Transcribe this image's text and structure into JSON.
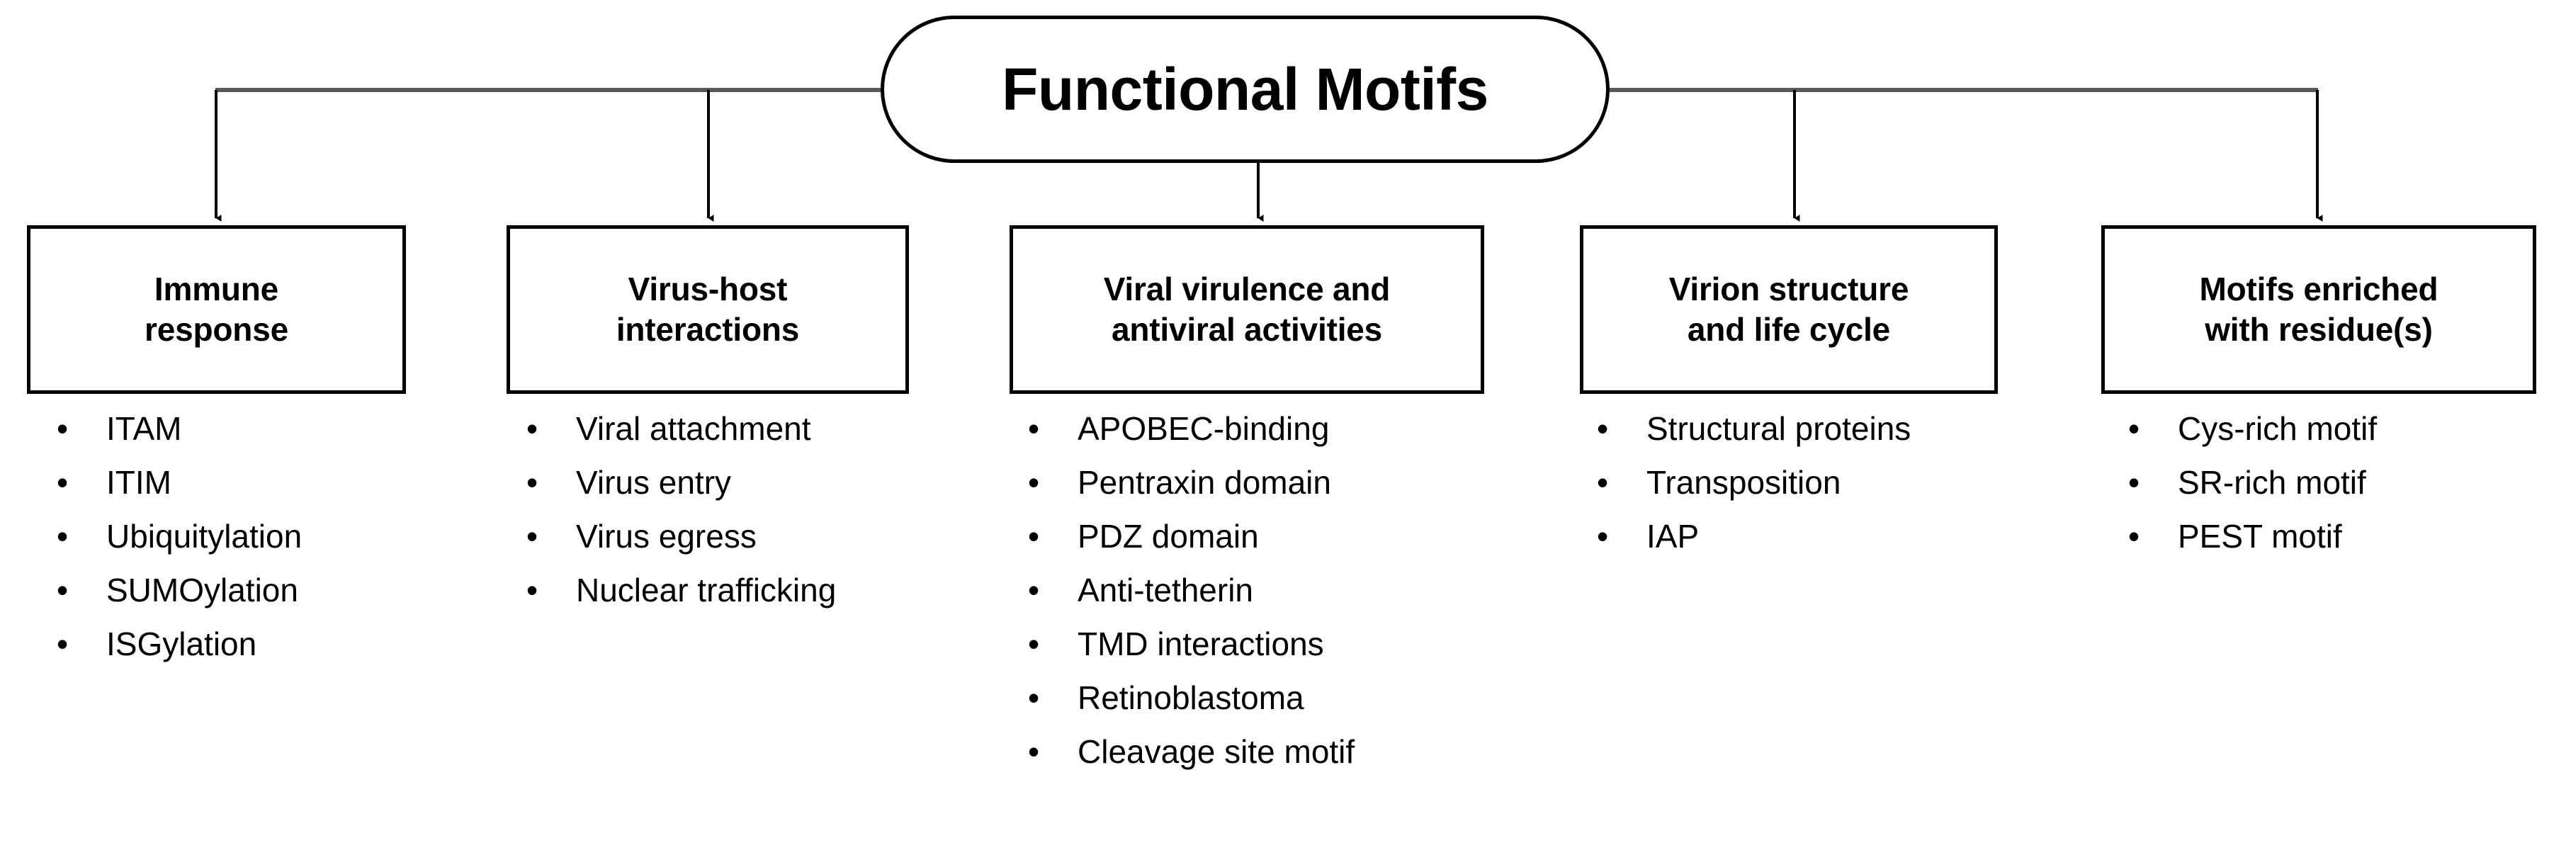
{
  "diagram": {
    "type": "hierarchy-tree",
    "root": {
      "label": "Functional Motifs",
      "shape": "rounded-rectangle"
    },
    "bullet_glyph": "•",
    "colors": {
      "stroke": "#000000",
      "fill": "#ffffff",
      "text": "#000000"
    },
    "categories": [
      {
        "title": "Immune\nresponse",
        "title_line1": "Immune",
        "title_line2": "response",
        "items": [
          "ITAM",
          "ITIM",
          "Ubiquitylation",
          "SUMOylation",
          "ISGylation"
        ]
      },
      {
        "title": "Virus-host\ninteractions",
        "title_line1": "Virus-host",
        "title_line2": "interactions",
        "items": [
          "Viral attachment",
          "Virus entry",
          "Virus egress",
          "Nuclear trafficking"
        ]
      },
      {
        "title": "Viral virulence and\nantiviral activities",
        "title_line1": "Viral virulence and",
        "title_line2": "antiviral activities",
        "items": [
          "APOBEC-binding",
          "Pentraxin domain",
          "PDZ domain",
          "Anti-tetherin",
          "TMD interactions",
          "Retinoblastoma",
          "Cleavage site motif"
        ]
      },
      {
        "title": "Virion structure\nand life cycle",
        "title_line1": "Virion structure",
        "title_line2": "and life cycle",
        "items": [
          "Structural proteins",
          "Transposition",
          "IAP"
        ]
      },
      {
        "title": "Motifs enriched\nwith residue(s)",
        "title_line1": "Motifs enriched",
        "title_line2": "with residue(s)",
        "items": [
          "Cys-rich motif",
          "SR-rich motif",
          "PEST motif"
        ]
      }
    ]
  }
}
